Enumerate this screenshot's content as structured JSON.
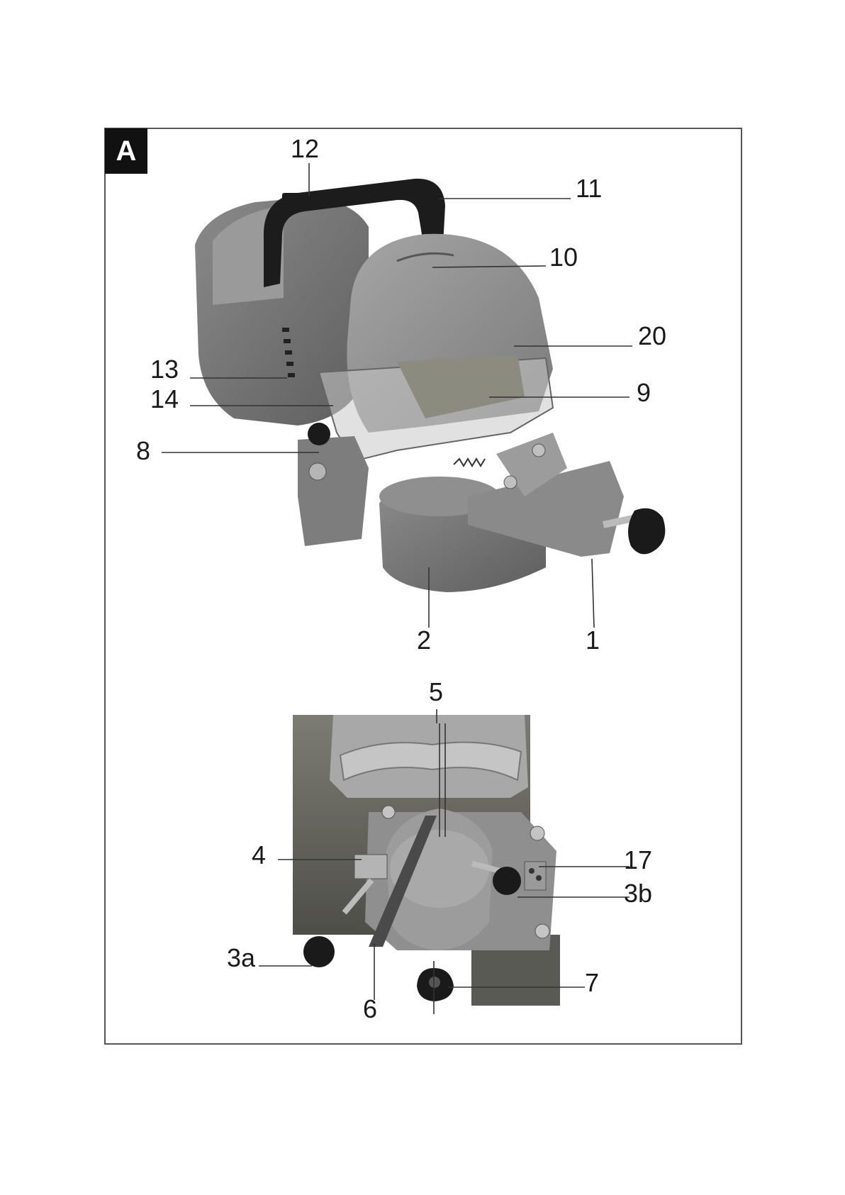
{
  "figure": {
    "badge": "A",
    "labels": {
      "l12": "12",
      "l11": "11",
      "l10": "10",
      "l20": "20",
      "l13": "13",
      "l14": "14",
      "l9": "9",
      "l8": "8",
      "l2": "2",
      "l1": "1",
      "l5": "5",
      "l4": "4",
      "l17": "17",
      "l3b": "3b",
      "l3a": "3a",
      "l7": "7",
      "l6": "6"
    }
  }
}
